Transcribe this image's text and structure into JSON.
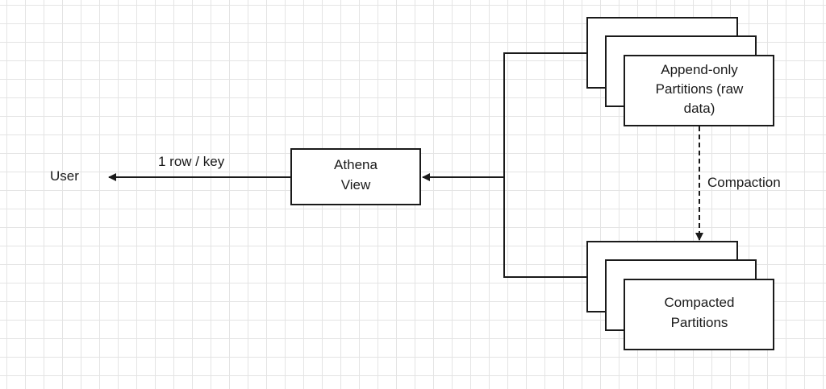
{
  "nodes": {
    "user": "User",
    "athena_view": [
      "Athena",
      "View"
    ],
    "append_partitions": [
      "Append-only",
      "Partitions (raw",
      "data)"
    ],
    "compacted_partitions": [
      "Compacted",
      "Partitions"
    ]
  },
  "edges": {
    "view_to_user": "1 row / key",
    "compaction": "Compaction"
  },
  "colors": {
    "line": "#1a1a1a",
    "grid": "#e4e4e4",
    "background": "#ffffff"
  }
}
